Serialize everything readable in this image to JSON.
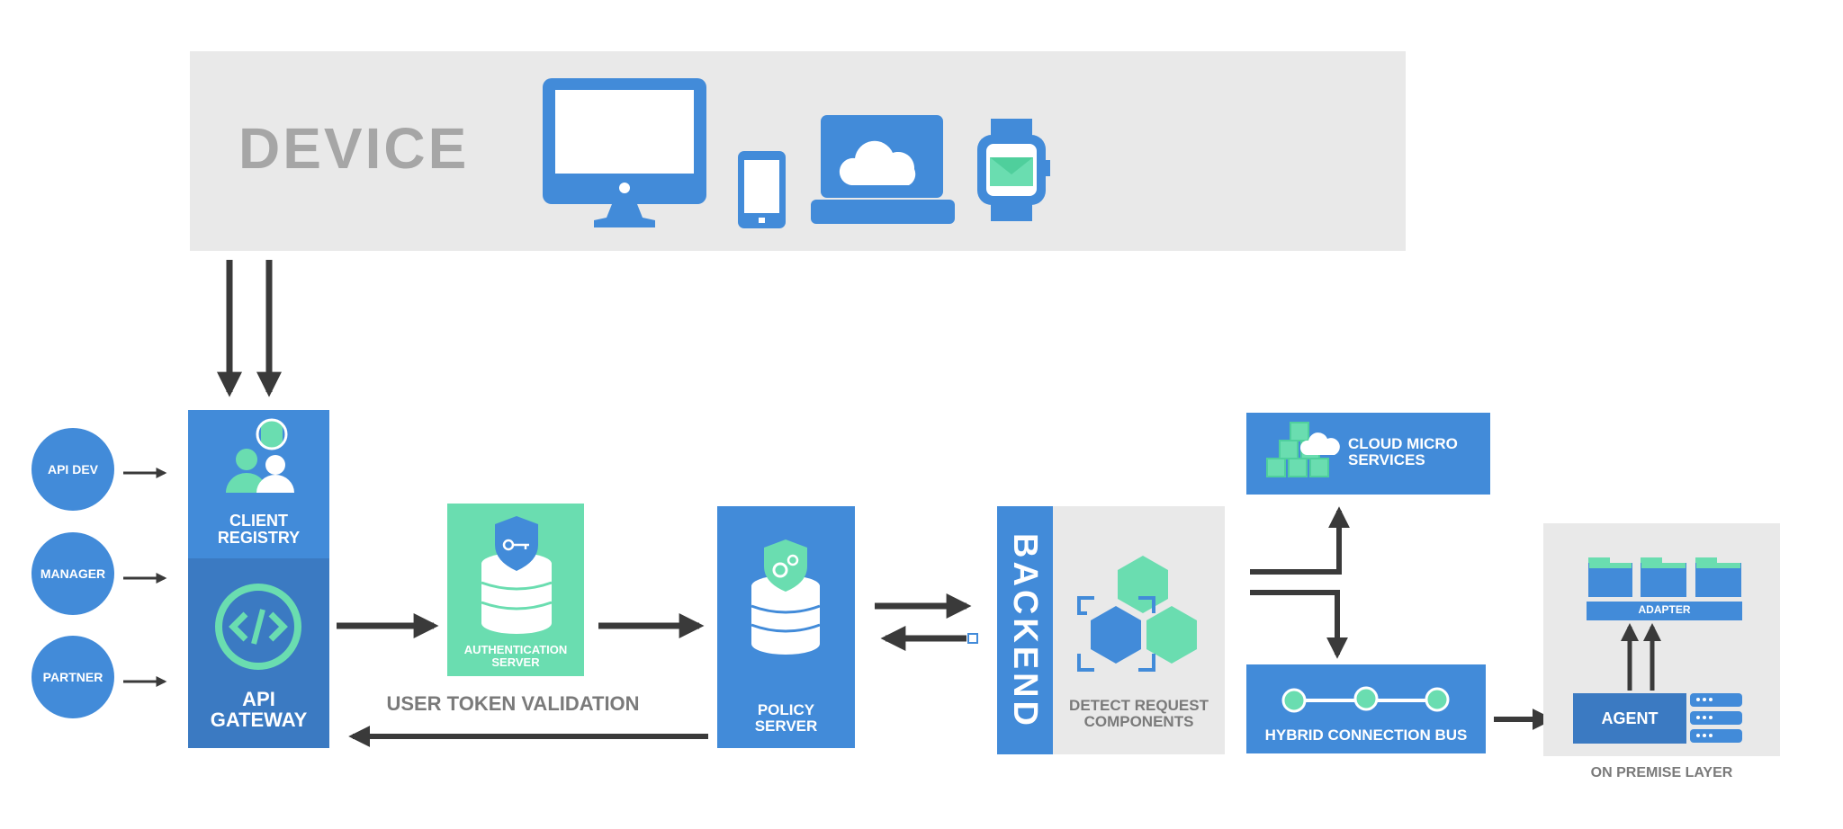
{
  "device": {
    "title": "DEVICE"
  },
  "users": [
    "API DEV",
    "MANAGER",
    "PARTNER"
  ],
  "client_registry": {
    "label_line1": "CLIENT",
    "label_line2": "REGISTRY"
  },
  "api_gateway": {
    "label_line1": "API",
    "label_line2": "GATEWAY"
  },
  "auth_server": {
    "label_line1": "AUTHENTICATION",
    "label_line2": "SERVER"
  },
  "token_validation": {
    "label": "USER TOKEN VALIDATION"
  },
  "policy_server": {
    "label_line1": "POLICY",
    "label_line2": "SERVER"
  },
  "backend": {
    "label": "BACKEND",
    "detect_line1": "DETECT REQUEST",
    "detect_line2": "COMPONENTS"
  },
  "cloud_micro": {
    "label_line1": "CLOUD MICRO",
    "label_line2": "SERVICES"
  },
  "hybrid_bus": {
    "label": "HYBRID CONNECTION BUS"
  },
  "on_premise": {
    "adapter": "ADAPTER",
    "agent": "AGENT",
    "layer_label": "ON PREMISE LAYER"
  },
  "colors": {
    "blue": "#428bd9",
    "dark_blue": "#3b7ac2",
    "green": "#6addb0",
    "gray_panel": "#e9e9e9",
    "arrow": "#3a3a3a",
    "text_gray": "#7a7a7a"
  }
}
